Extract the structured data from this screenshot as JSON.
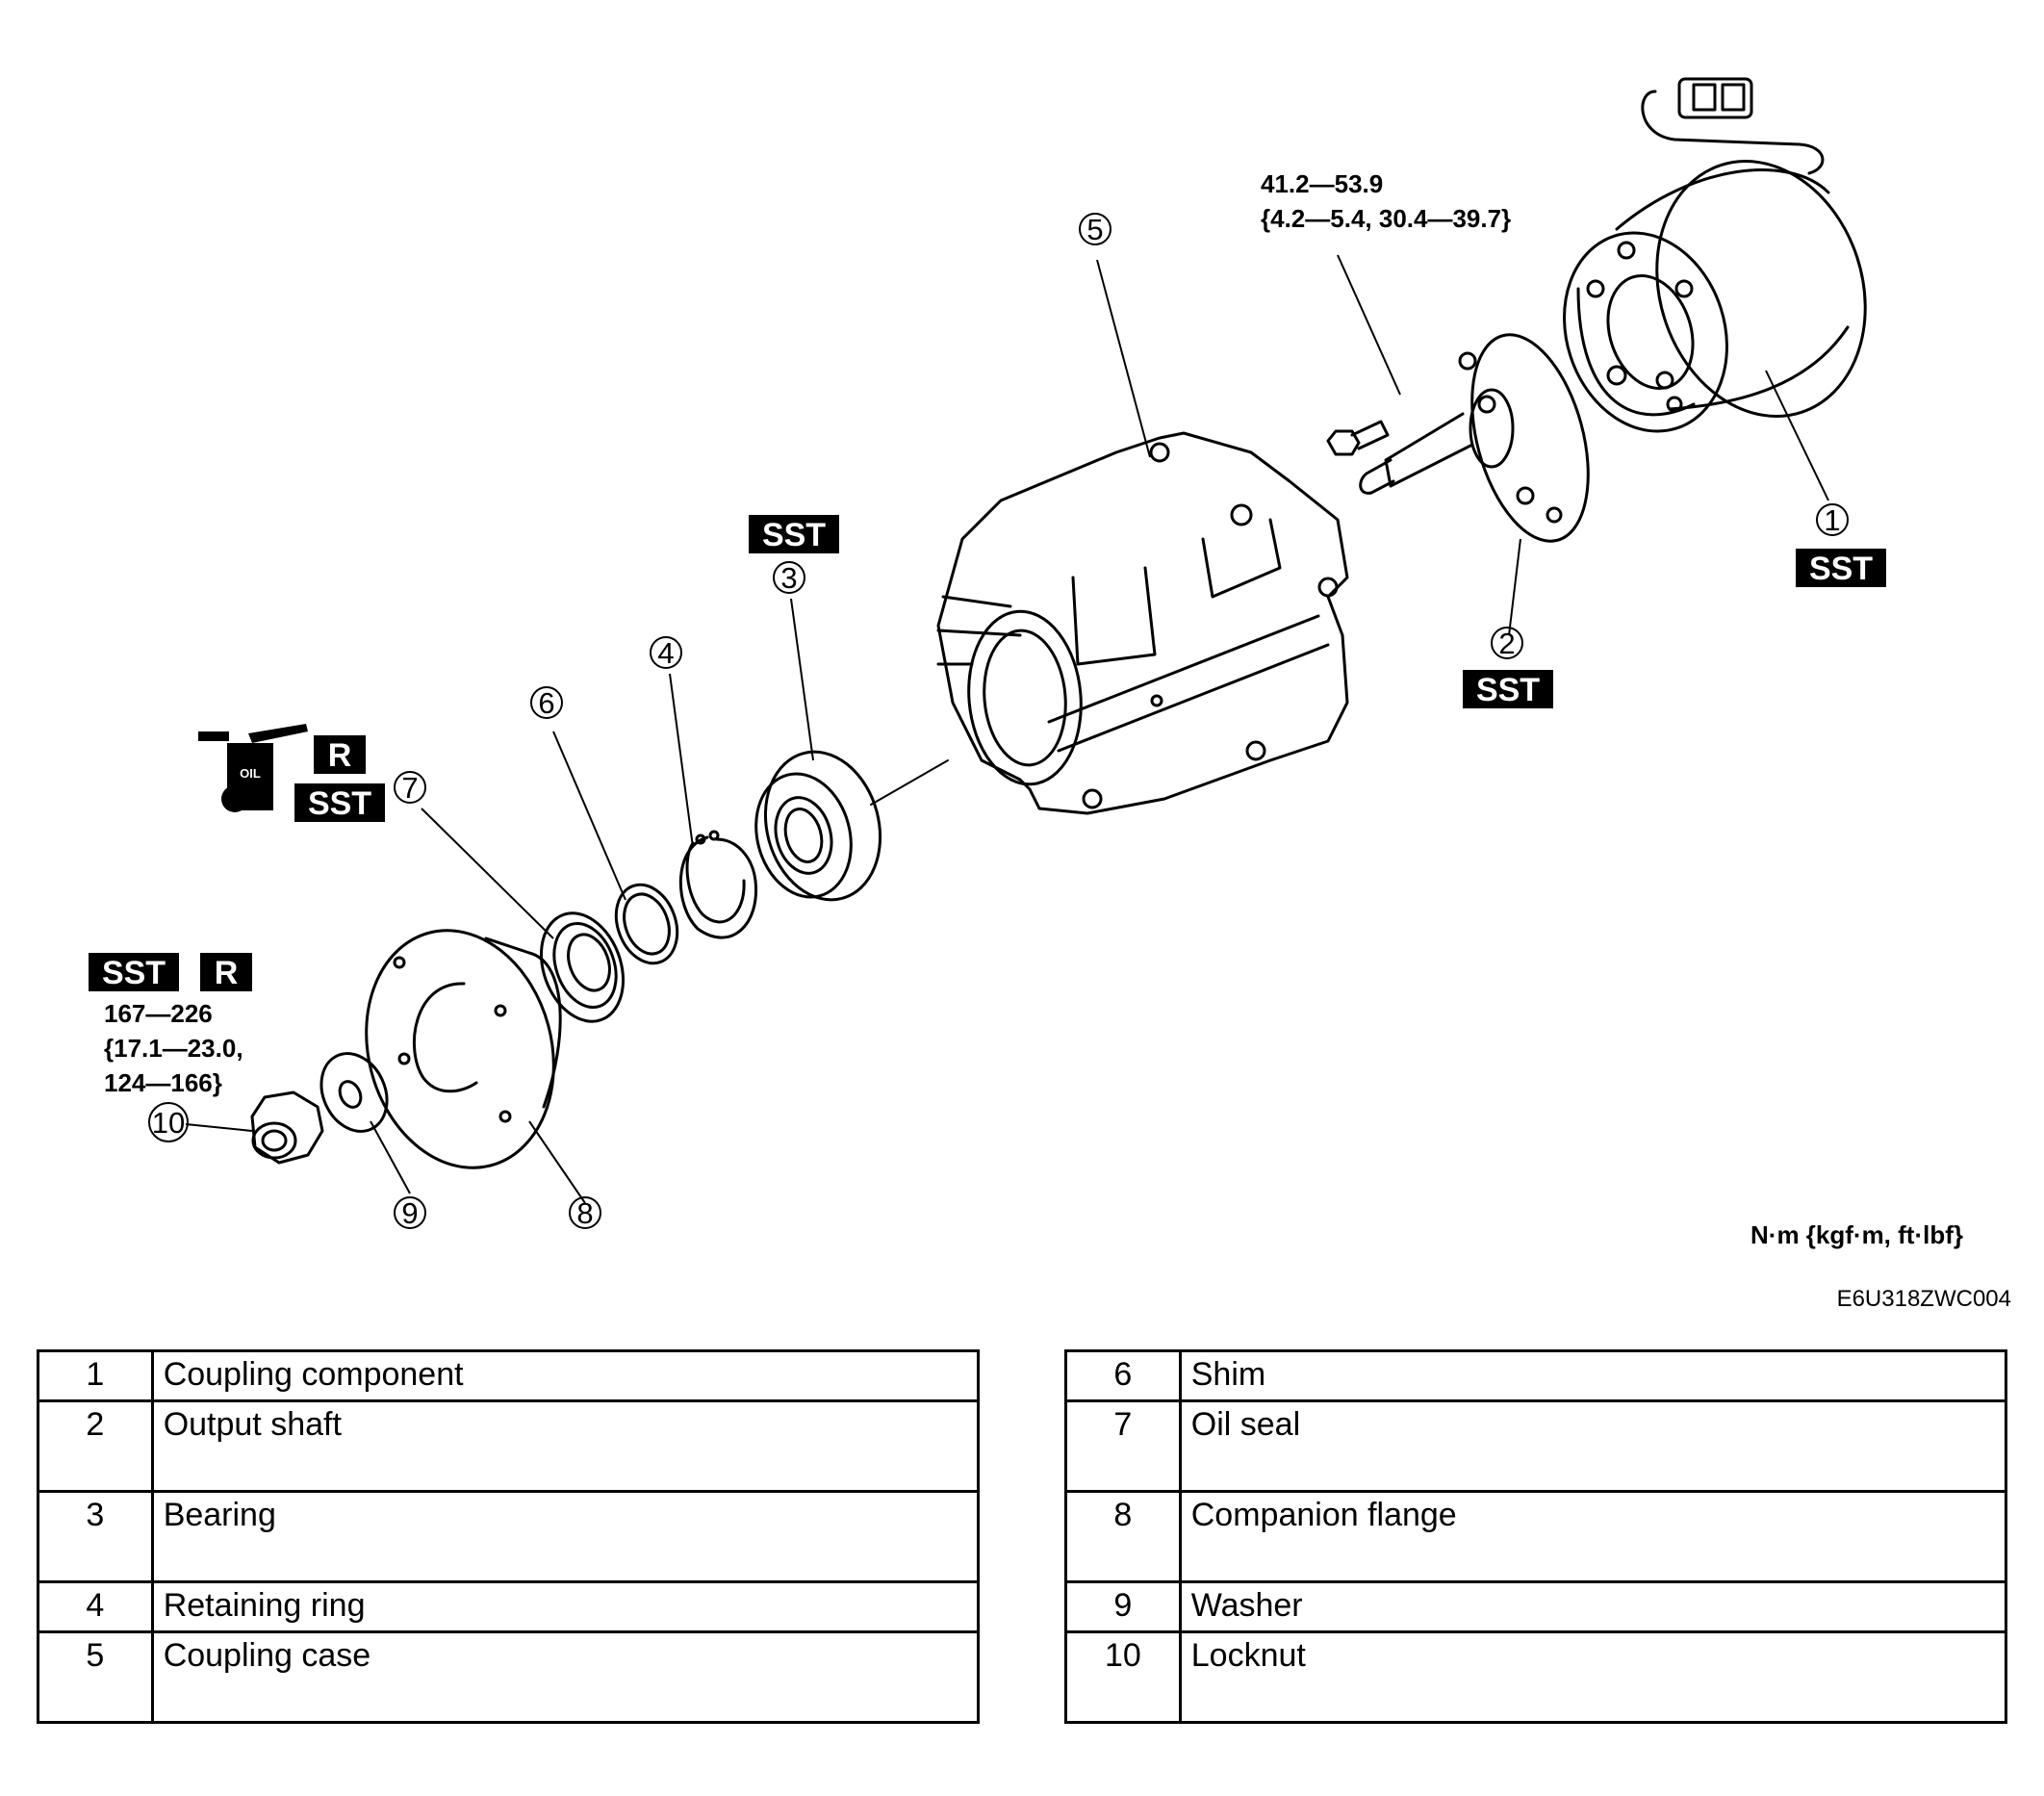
{
  "torque_labels": {
    "output_shaft_bolt": [
      "41.2—53.9",
      "{4.2—5.4, 30.4—39.7}"
    ],
    "locknut": [
      "167—226",
      "{17.1—23.0,",
      "124—166}"
    ]
  },
  "callouts": [
    "1",
    "2",
    "3",
    "4",
    "5",
    "6",
    "7",
    "8",
    "9",
    "10"
  ],
  "badges": {
    "sst": "SST",
    "replace": "R",
    "oil": "OIL"
  },
  "units": "N·m {kgf·m, ft·lbf}",
  "figure_code": "E6U318ZWC004",
  "parts_left": [
    {
      "no": "1",
      "name": "Coupling component"
    },
    {
      "no": "2",
      "name": "Output shaft"
    },
    {
      "no": "3",
      "name": "Bearing"
    },
    {
      "no": "4",
      "name": "Retaining ring"
    },
    {
      "no": "5",
      "name": "Coupling case"
    }
  ],
  "parts_right": [
    {
      "no": "6",
      "name": "Shim"
    },
    {
      "no": "7",
      "name": "Oil seal"
    },
    {
      "no": "8",
      "name": "Companion flange"
    },
    {
      "no": "9",
      "name": "Washer"
    },
    {
      "no": "10",
      "name": "Locknut"
    }
  ],
  "colors": {
    "ink": "#000000",
    "paper": "#ffffff"
  }
}
